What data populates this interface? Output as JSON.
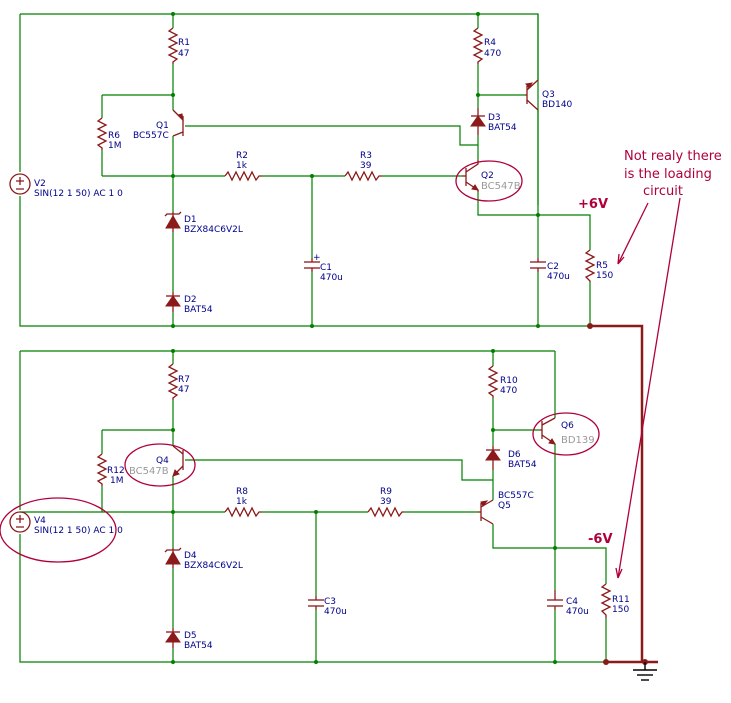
{
  "top": {
    "R1": {
      "name": "R1",
      "value": "47"
    },
    "R4": {
      "name": "R4",
      "value": "470"
    },
    "R6": {
      "name": "R6",
      "value": "1M"
    },
    "R2": {
      "name": "R2",
      "value": "1k"
    },
    "R3": {
      "name": "R3",
      "value": "39"
    },
    "R5": {
      "name": "R5",
      "value": "150"
    },
    "Q1": {
      "name": "Q1",
      "value": "BC557C"
    },
    "Q2": {
      "name": "Q2",
      "value": "BC547B"
    },
    "Q3": {
      "name": "Q3",
      "value": "BD140"
    },
    "D1": {
      "name": "D1",
      "value": "BZX84C6V2L"
    },
    "D2": {
      "name": "D2",
      "value": "BAT54"
    },
    "D3": {
      "name": "D3",
      "value": "BAT54"
    },
    "C1": {
      "name": "C1",
      "value": "470u"
    },
    "C2": {
      "name": "C2",
      "value": "470u"
    },
    "V2": {
      "name": "V2",
      "value": "SIN(12 1 50) AC 1 0"
    },
    "out_label": "+6V"
  },
  "bottom": {
    "R7": {
      "name": "R7",
      "value": "47"
    },
    "R10": {
      "name": "R10",
      "value": "470"
    },
    "R12": {
      "name": "R12",
      "value": "1M"
    },
    "R8": {
      "name": "R8",
      "value": "1k"
    },
    "R9": {
      "name": "R9",
      "value": "39"
    },
    "R11": {
      "name": "R11",
      "value": "150"
    },
    "Q4": {
      "name": "Q4",
      "value": "BC547B"
    },
    "Q5": {
      "name": "Q5",
      "value": "BC557C"
    },
    "Q6": {
      "name": "Q6",
      "value": "BD139"
    },
    "D4": {
      "name": "D4",
      "value": "BZX84C6V2L"
    },
    "D5": {
      "name": "D5",
      "value": "BAT54"
    },
    "D6": {
      "name": "D6",
      "value": "BAT54"
    },
    "C3": {
      "name": "C3",
      "value": "470u"
    },
    "C4": {
      "name": "C4",
      "value": "470u"
    },
    "V4": {
      "name": "V4",
      "value": "SIN(12 1 50) AC 1 0"
    },
    "out_label": "-6V"
  },
  "note": {
    "line1": "Not realy there",
    "line2": "is the loading",
    "line3": "circuit"
  }
}
